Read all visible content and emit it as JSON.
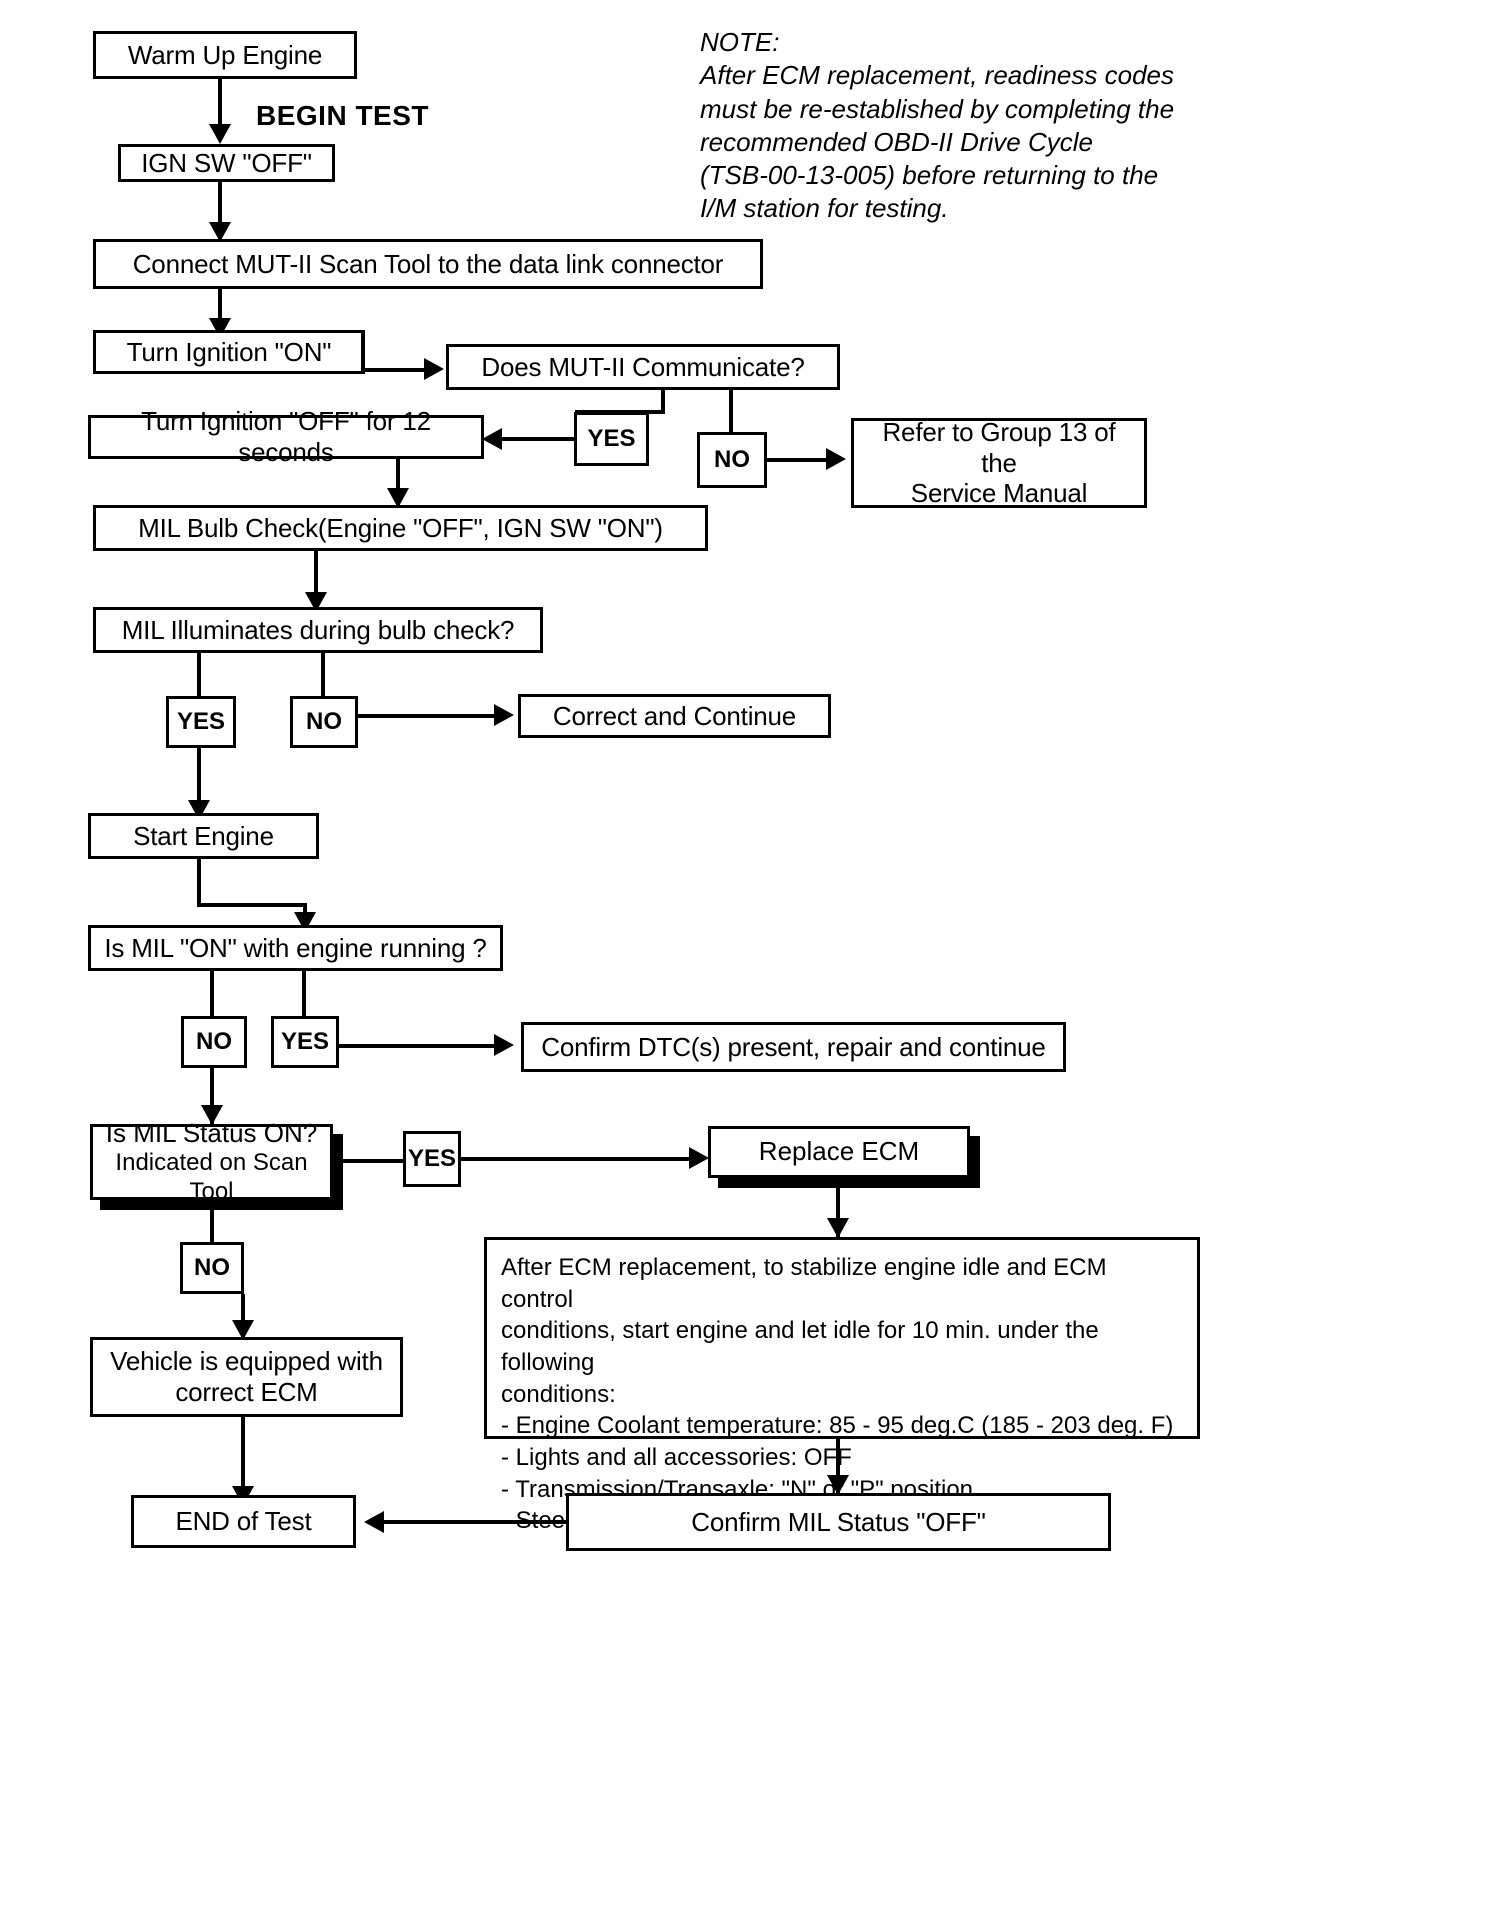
{
  "document": {
    "title": "MIL / ECM Diagnostic Test Flowchart"
  },
  "labels": {
    "begin_test": "BEGIN TEST"
  },
  "note": {
    "title": "NOTE:",
    "lines": [
      "After ECM replacement, readiness codes",
      "must be re-established by completing the",
      "recommended OBD-II Drive Cycle",
      "(TSB-00-13-005) before returning to the",
      "I/M station for testing."
    ]
  },
  "nodes": {
    "warm_up_engine": "Warm Up Engine",
    "ign_sw_off": "IGN SW \"OFF\"",
    "connect_mut": "Connect MUT-II Scan Tool to the data link connector",
    "turn_ignition_on": "Turn Ignition \"ON\"",
    "does_mut_communicate": "Does MUT-II Communicate?",
    "turn_ignition_off_12s": "Turn Ignition \"OFF\" for 12 seconds",
    "refer_group_13_line1": "Refer to Group 13 of the",
    "refer_group_13_line2": "Service Manual",
    "mil_bulb_check": "MIL Bulb Check(Engine \"OFF\", IGN SW \"ON\")",
    "mil_illuminates": "MIL Illuminates during bulb check?",
    "correct_and_continue": "Correct and Continue",
    "start_engine": "Start Engine",
    "is_mil_on_running": "Is MIL \"ON\" with engine running ?",
    "confirm_dtc": "Confirm DTC(s) present,  repair and continue",
    "is_mil_status_on_main": "Is MIL Status ON?",
    "is_mil_status_on_sub": "Indicated on Scan Tool",
    "replace_ecm": "Replace ECM",
    "vehicle_correct_ecm_line1": "Vehicle is equipped with",
    "vehicle_correct_ecm_line2": "correct ECM",
    "confirm_mil_status_off": "Confirm MIL Status \"OFF\"",
    "end_of_test": "END of Test"
  },
  "conditions_panel": {
    "lines": [
      "After ECM replacement, to stabilize engine idle and ECM control",
      "conditions, start engine and let idle for 10 min. under the following",
      "conditions:",
      "- Engine Coolant temperature: 85 - 95 deg.C (185 - 203 deg. F)",
      "- Lights and all accessories: OFF",
      "- Transmission/Transaxle: \"N\" or \"P\" position",
      "- Steering wheel: straight-forward position."
    ]
  },
  "branch_labels": {
    "mut_yes": "YES",
    "mut_no": "NO",
    "bulb_yes": "YES",
    "bulb_no": "NO",
    "running_no": "NO",
    "running_yes": "YES",
    "status_yes": "YES",
    "status_no": "NO"
  },
  "colors": {
    "ink": "#000000",
    "paper": "#ffffff"
  }
}
